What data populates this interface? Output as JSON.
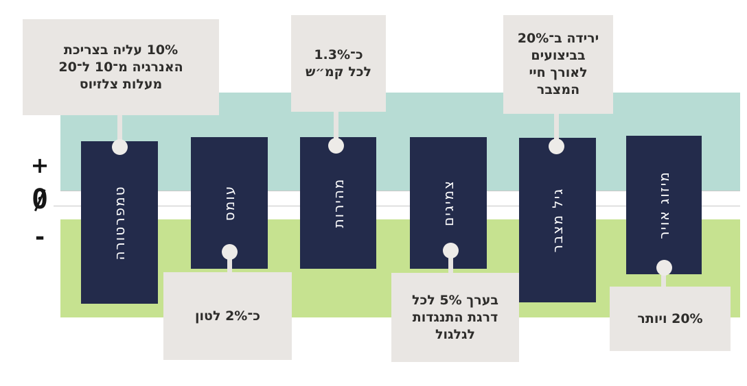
{
  "axis": {
    "plus": "+",
    "zero": "0",
    "minus": "-"
  },
  "bars": [
    {
      "label": "טמפרטורה",
      "callout_position": "top",
      "callout_text": "10% עליה בצריכת האנרגיה מ־10 ל־20 מעלות צלזיוס",
      "callout_lines": [
        "10% עליה בצריכת",
        "האנרגיה מ־10 ל־20",
        "מעלות צלזיוס"
      ]
    },
    {
      "label": "עומס",
      "callout_position": "bottom",
      "callout_text": "כ־2% לטון",
      "callout_lines": [
        "כ־2% לטון"
      ]
    },
    {
      "label": "מהירות",
      "callout_position": "top",
      "callout_text": "כ־1.3% לכל קמ״ש",
      "callout_lines": [
        "כ־1.3%",
        "לכל קמ״ש"
      ]
    },
    {
      "label": "צמיגים",
      "callout_position": "bottom",
      "callout_text": "בערך 5% לכל דרגת התנגדות לגלגול",
      "callout_lines": [
        "בערך 5% לכל",
        "דרגת התנגדות",
        "לגלגול"
      ]
    },
    {
      "label": "גיל מצבר",
      "callout_position": "top",
      "callout_text": "ירידה ב־20% בביצועים לאורך חיי המצבר",
      "callout_lines": [
        "ירידה ב־20%",
        "בביצועים",
        "לאורך חיי",
        "המצבר"
      ]
    },
    {
      "label": "מיזוג אויר",
      "callout_position": "bottom",
      "callout_text": "20% ויותר",
      "callout_lines": [
        "20% ויותר"
      ]
    }
  ],
  "colors": {
    "band-positive": "#b7dcd4",
    "band-negative": "#c6e290",
    "bar-navy": "#232b4b",
    "callout-bg": "#e9e6e3",
    "connector": "#e7e4e1",
    "text-dark": "#2e2d2b",
    "axis-black": "#161616"
  }
}
